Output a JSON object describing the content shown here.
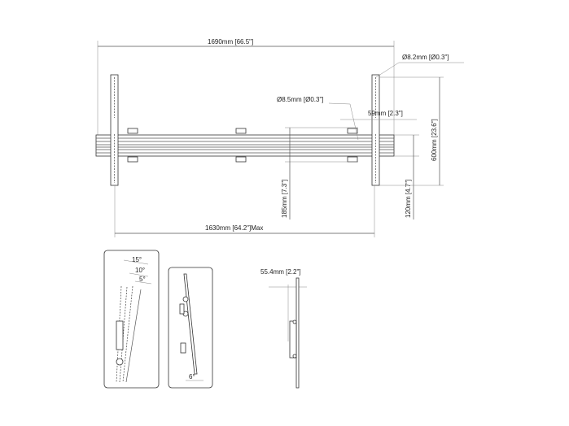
{
  "front_view": {
    "overall_width": "1690mm [66.5\"]",
    "rail_span": "1630mm [64.2\"]Max",
    "hole_rail": "Ø8.2mm [Ø0.3\"]",
    "hole_bracket": "Ø8.5mm [Ø0.3\"]",
    "offset": "59mm [2.3\"]",
    "height_185": "185mm [7.3\"]",
    "height_120": "120mm [4.7\"]",
    "height_600": "600mm [23.6\"]"
  },
  "tilt_view": {
    "angle_15": "15°",
    "angle_10": "10°",
    "angle_5": "5°"
  },
  "side_view": {
    "angle": "6°"
  },
  "depth_view": {
    "depth": "55.4mm [2.2\"]"
  }
}
